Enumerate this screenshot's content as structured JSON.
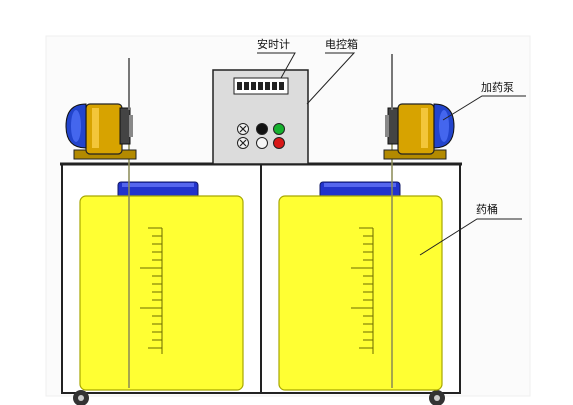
{
  "labels": {
    "timer": "安时计",
    "control_box": "电控箱",
    "dosing_pump": "加药泵",
    "chemical_bucket": "药桶"
  },
  "colors": {
    "tank": "#ffff33",
    "tank_stroke": "#a8a800",
    "lid": "#2233cc",
    "pump_body": "#d7a300",
    "pump_motor": "#2244cc",
    "control_box": "#dcdcdc",
    "frame": "#222222",
    "indicator_green": "#16b12e",
    "indicator_red": "#d81818"
  },
  "icons": {
    "left_pump": "dosing-pump-icon",
    "right_pump": "dosing-pump-icon",
    "control_box": "control-box-icon"
  }
}
